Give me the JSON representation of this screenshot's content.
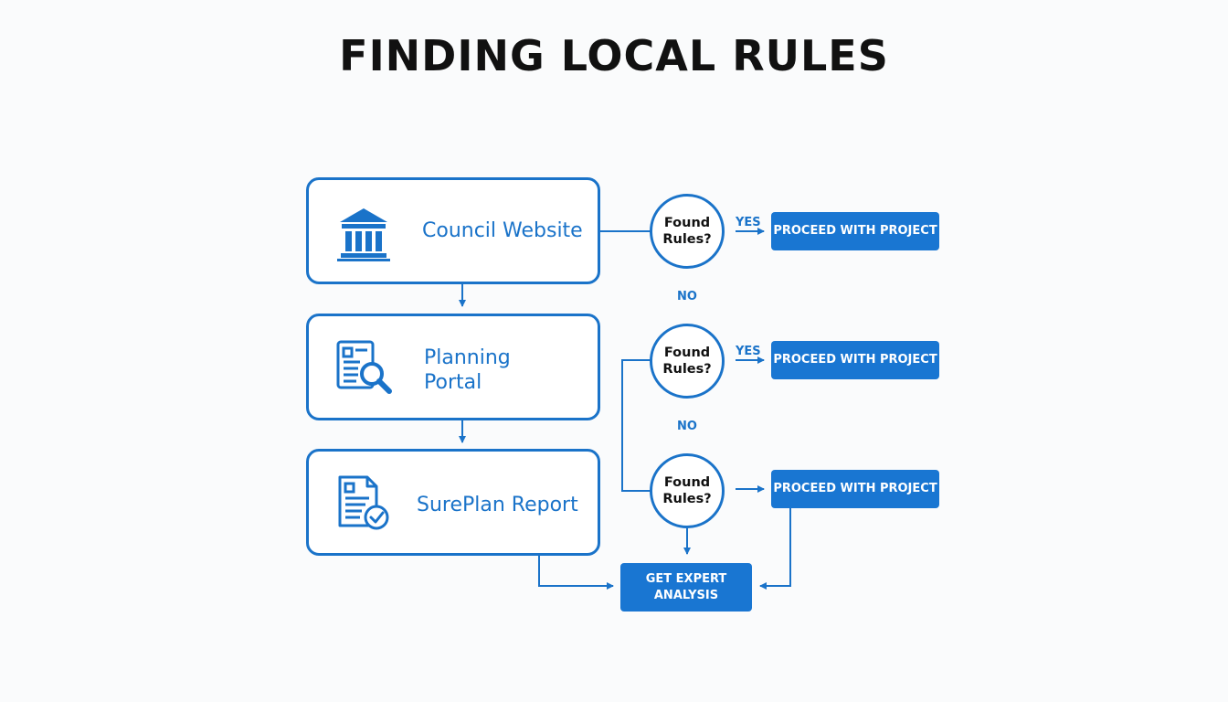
{
  "title": "FINDING LOCAL RULES",
  "sources": [
    {
      "label": "Council Website",
      "icon": "government-building-icon"
    },
    {
      "label_line1": "Planning",
      "label_line2": "Portal",
      "icon": "document-search-icon"
    },
    {
      "label": "SurePlan Report",
      "icon": "document-check-icon"
    }
  ],
  "decisions": [
    {
      "line1": "Found",
      "line2": "Rules?"
    },
    {
      "line1": "Found",
      "line2": "Rules?"
    },
    {
      "line1": "Found",
      "line2": "Rules?"
    }
  ],
  "outcomes": [
    {
      "label": "PROCEED WITH PROJECT"
    },
    {
      "label": "PROCEED WITH PROJECT"
    },
    {
      "label": "PROCEED WITH PROJECT"
    }
  ],
  "yes_labels": [
    "YES",
    "YES"
  ],
  "no_labels": [
    "NO",
    "NO"
  ],
  "expert": {
    "line1": "GET EXPERT",
    "line2": "ANALYSIS"
  },
  "colors": {
    "accent": "#1a73c9",
    "button": "#1976d2",
    "background": "#fafbfc",
    "title": "#111111"
  }
}
